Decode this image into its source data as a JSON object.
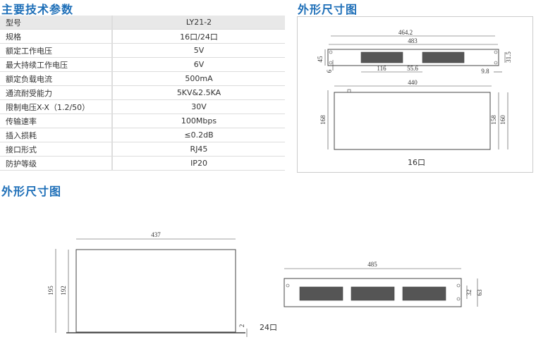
{
  "spec_title": "主要技术参数",
  "dim_title_1": "外形尺寸图",
  "dim_title_2": "外形尺寸图",
  "spec_rows": [
    {
      "k": "型号",
      "v": "LY21-2"
    },
    {
      "k": "规格",
      "v": "16口/24口"
    },
    {
      "k": "额定工作电压",
      "v": "5V"
    },
    {
      "k": "最大持续工作电压",
      "v": "6V"
    },
    {
      "k": "额定负载电流",
      "v": "500mA"
    },
    {
      "k": "通流耐受能力",
      "v": "5KV&2.5KA"
    },
    {
      "k": "限制电压X-X（1.2/50）",
      "v": "30V"
    },
    {
      "k": "传输速率",
      "v": "100Mbps"
    },
    {
      "k": "插入损耗",
      "v": "≤0.2dB"
    },
    {
      "k": "接口形式",
      "v": "RJ45"
    },
    {
      "k": "防护等级",
      "v": "IP20"
    }
  ],
  "drawing16": {
    "caption": "16口",
    "d1": "464.2",
    "d2": "483",
    "d3": "45",
    "d4": "31.5",
    "d5": "6",
    "d6": "116",
    "d7": "55.6",
    "d8": "9.8",
    "d9": "440",
    "d10": "168",
    "d11": "158",
    "d12": "160"
  },
  "drawing24": {
    "caption": "24口",
    "d1": "437",
    "d2": "195",
    "d3": "192",
    "d4": "2",
    "d5": "485",
    "d6": "32",
    "d7": "63"
  }
}
